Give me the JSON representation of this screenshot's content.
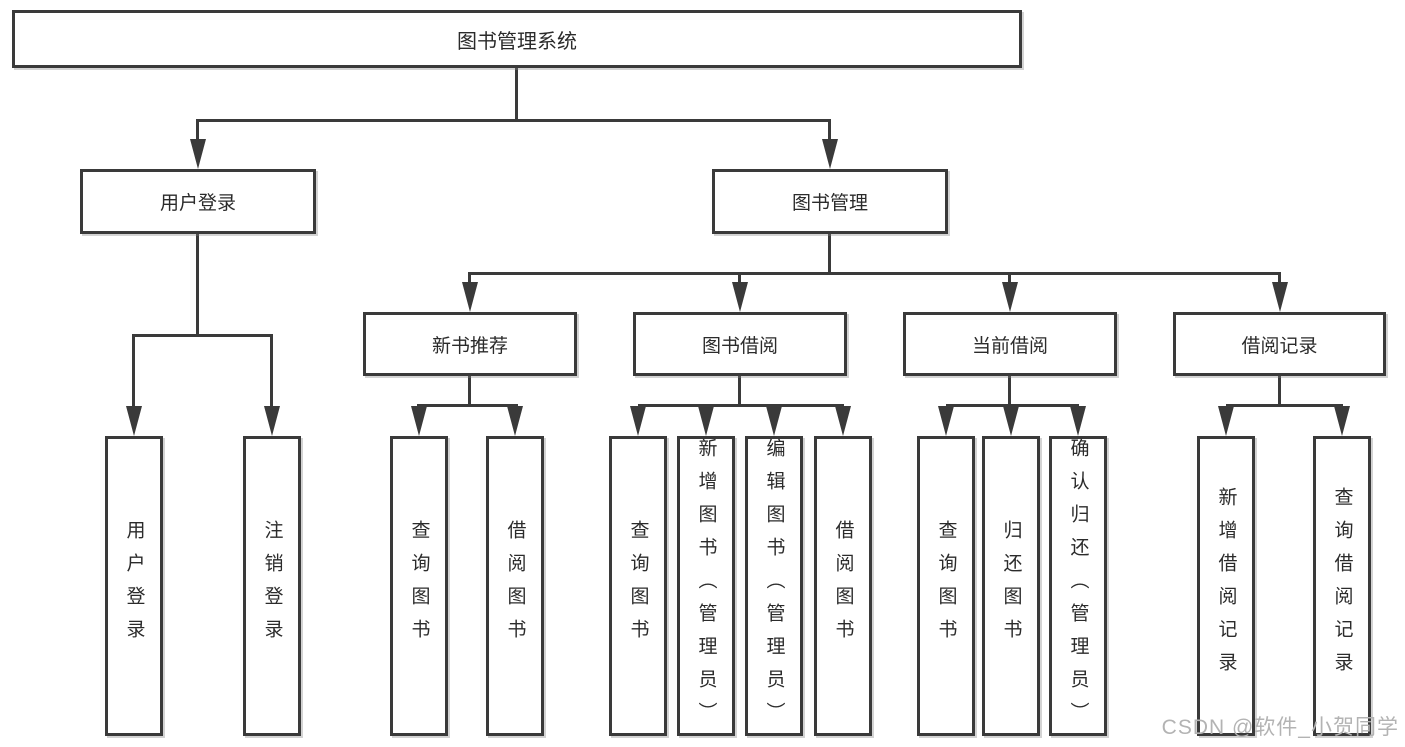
{
  "tree": {
    "label": "图书管理系统",
    "children": [
      {
        "label": "用户登录",
        "children": [
          {
            "label": "用户登录"
          },
          {
            "label": "注销登录"
          }
        ]
      },
      {
        "label": "图书管理",
        "children": [
          {
            "label": "新书推荐",
            "children": [
              {
                "label": "查询图书"
              },
              {
                "label": "借阅图书"
              }
            ]
          },
          {
            "label": "图书借阅",
            "children": [
              {
                "label": "查询图书"
              },
              {
                "label": "新增图书（管理员）"
              },
              {
                "label": "编辑图书（管理员）"
              },
              {
                "label": "借阅图书"
              }
            ]
          },
          {
            "label": "当前借阅",
            "children": [
              {
                "label": "查询图书"
              },
              {
                "label": "归还图书"
              },
              {
                "label": "确认归还（管理员）"
              }
            ]
          },
          {
            "label": "借阅记录",
            "children": [
              {
                "label": "新增借阅记录"
              },
              {
                "label": "查询借阅记录"
              }
            ]
          }
        ]
      }
    ]
  },
  "watermark": {
    "text": "CSDN @软件_小贺同学"
  },
  "colors": {
    "box_border": "#3a3a3a",
    "box_fill": "#ffffff",
    "line": "#3a3a3a",
    "text": "#2b2b2b",
    "watermark": "#b3b3b3",
    "background": "#ffffff"
  }
}
